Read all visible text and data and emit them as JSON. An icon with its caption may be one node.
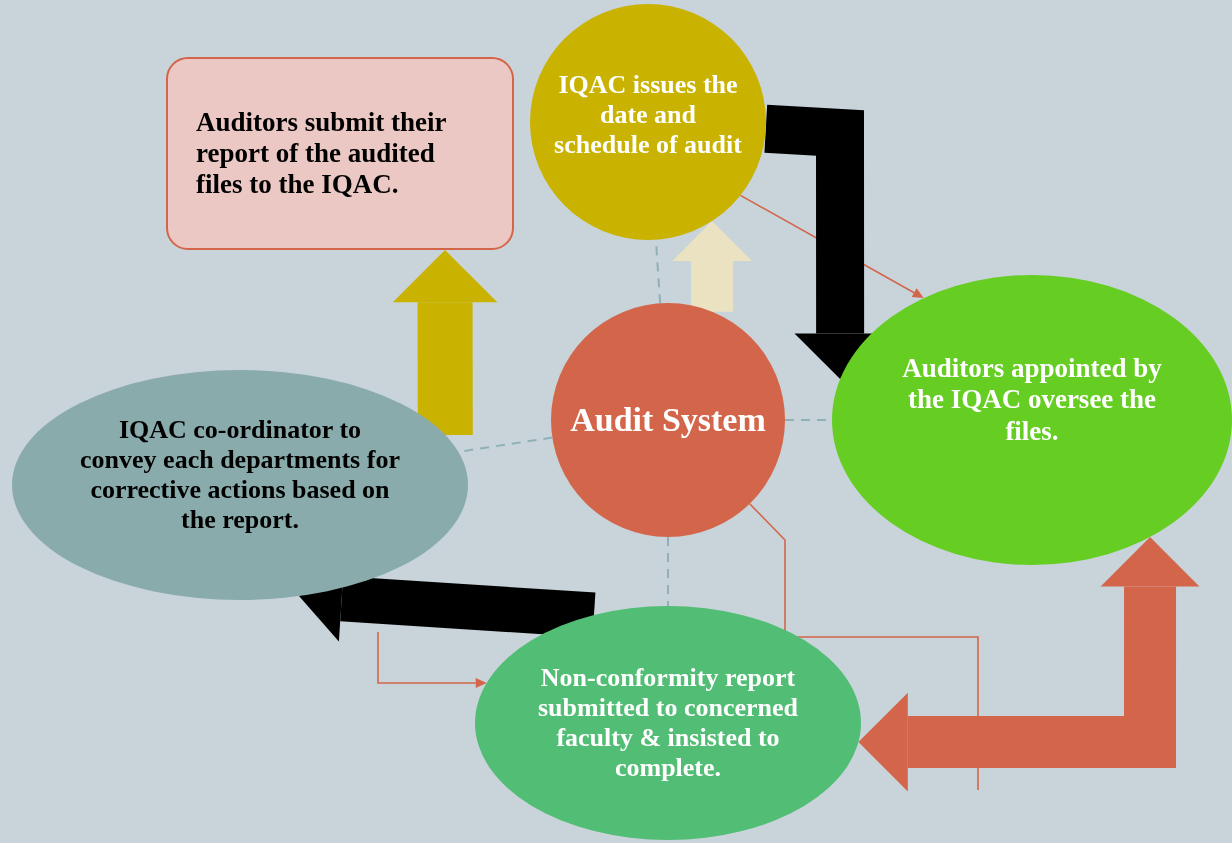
{
  "diagram": {
    "nodes": [
      {
        "text": [
          "Audit System"
        ]
      },
      {
        "text": [
          "IQAC issues the date and schedule of audit"
        ]
      },
      {
        "text": [
          "Auditors appointed by the IQAC oversee the files."
        ]
      },
      {
        "text": [
          "Non-conformity report submitted to concerned faculty & insisted to complete."
        ]
      },
      {
        "text": [
          "IQAC co-ordinator to convey each departments for corrective actions based on the report."
        ]
      },
      {
        "text": [
          "Auditors submit their report of the audited files to the IQAC."
        ]
      }
    ],
    "edges": [
      {
        "from": 0,
        "to": 1,
        "arrow": "none",
        "style": "dashed"
      },
      {
        "from": 0,
        "to": 2,
        "arrow": "none",
        "style": "dashed"
      },
      {
        "from": 0,
        "to": 3,
        "arrow": "none",
        "style": "dashed"
      },
      {
        "from": 0,
        "to": 4,
        "arrow": "none",
        "style": "dashed"
      },
      {
        "from": 1,
        "to": 2,
        "arrow": "to",
        "color": "#d3664a"
      },
      {
        "from": null,
        "to": 3,
        "arrow": "to",
        "color": "#d3664a"
      },
      {
        "from": 0,
        "to": null,
        "arrow": "none",
        "color": "#d3664a"
      },
      {
        "from": 1,
        "to": 2,
        "arrow": "to",
        "style": "thick",
        "color": "#000000"
      },
      {
        "from": 2,
        "to": 3,
        "arrow": "both",
        "style": "thick",
        "color": "#d3664a"
      },
      {
        "from": 3,
        "to": 4,
        "arrow": "to",
        "style": "thick",
        "color": "#000000"
      },
      {
        "from": 4,
        "to": 5,
        "arrow": "to",
        "style": "thick",
        "color": "#c9b300"
      },
      {
        "from": 0,
        "to": 1,
        "arrow": "to",
        "style": "thick",
        "color": "#ebe2c2"
      }
    ]
  }
}
